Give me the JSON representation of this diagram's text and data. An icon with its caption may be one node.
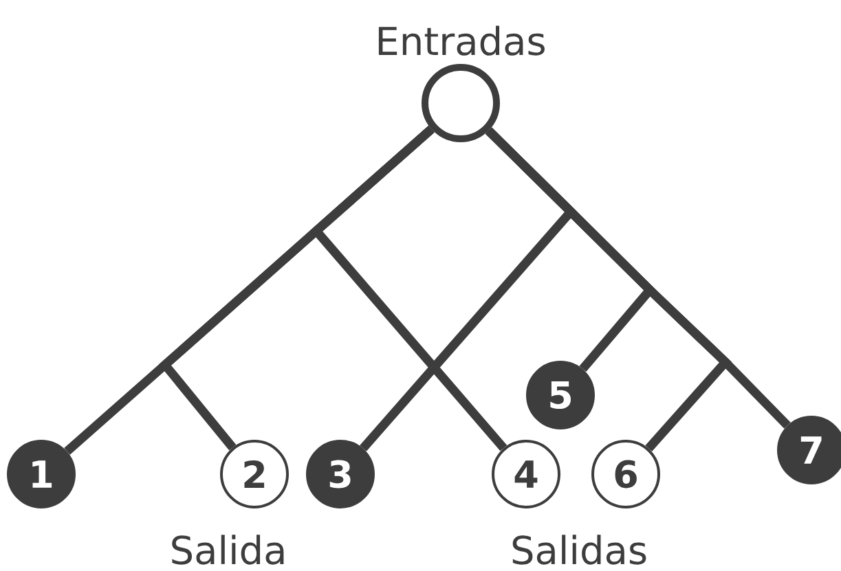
{
  "diagram": {
    "nodes": [
      {
        "text": [
          "Entradas"
        ]
      },
      {
        "text": [
          "1"
        ]
      },
      {
        "text": [
          "2"
        ]
      },
      {
        "text": [
          "3"
        ]
      },
      {
        "text": [
          "4"
        ]
      },
      {
        "text": [
          "5"
        ]
      },
      {
        "text": [
          "6"
        ]
      },
      {
        "text": [
          "7"
        ]
      }
    ],
    "edges": [
      {
        "from": 0,
        "to": 1,
        "arrow": "none"
      },
      {
        "from": 0,
        "to": 2,
        "arrow": "none"
      },
      {
        "from": 0,
        "to": 4,
        "arrow": "none"
      },
      {
        "from": 0,
        "to": 3,
        "arrow": "none"
      },
      {
        "from": 0,
        "to": 5,
        "arrow": "none"
      },
      {
        "from": 0,
        "to": 6,
        "arrow": "none"
      },
      {
        "from": 0,
        "to": 7,
        "arrow": "none"
      }
    ],
    "labels": [
      "Salida",
      "Salidas"
    ]
  }
}
